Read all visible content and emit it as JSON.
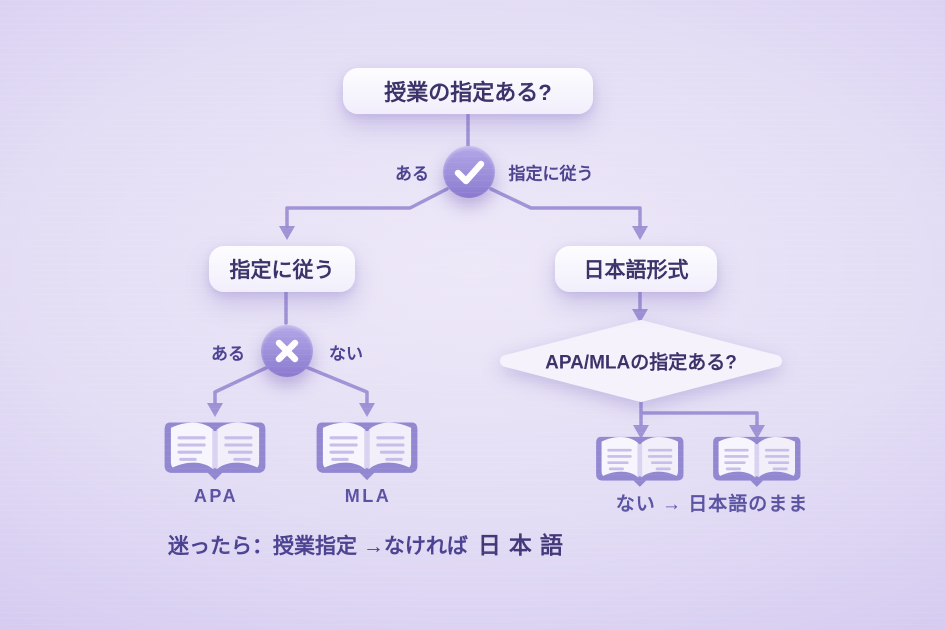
{
  "flowchart": {
    "root": {
      "label": "授業の指定ある?"
    },
    "check_node": {
      "icon": "check",
      "left_label": "ある",
      "right_label": "指定に従う"
    },
    "left_branch": {
      "box_label": "指定に従う",
      "x_node": {
        "icon": "x",
        "left_label": "ある",
        "right_label": "ない"
      },
      "outcomes": [
        {
          "label": "APA"
        },
        {
          "label": "MLA"
        }
      ]
    },
    "right_branch": {
      "box_label": "日本語形式",
      "decision_label": "APA/MLAの指定ある?",
      "outcome_caption": "ない → 日本語のまま"
    },
    "footer": {
      "text": "迷ったら：授業指定 →なければ",
      "emphasis": "日本語"
    }
  },
  "colors": {
    "background_center": "#ede8f8",
    "background_edge": "#c9bcec",
    "node_fill": "#f7f4fc",
    "accent_circle": "#8a7ad0",
    "connector": "#998cd3",
    "text_dark": "#3b3269",
    "text_label": "#4b4290",
    "book_cover": "#9287d1",
    "book_page": "#f7f5fd"
  }
}
